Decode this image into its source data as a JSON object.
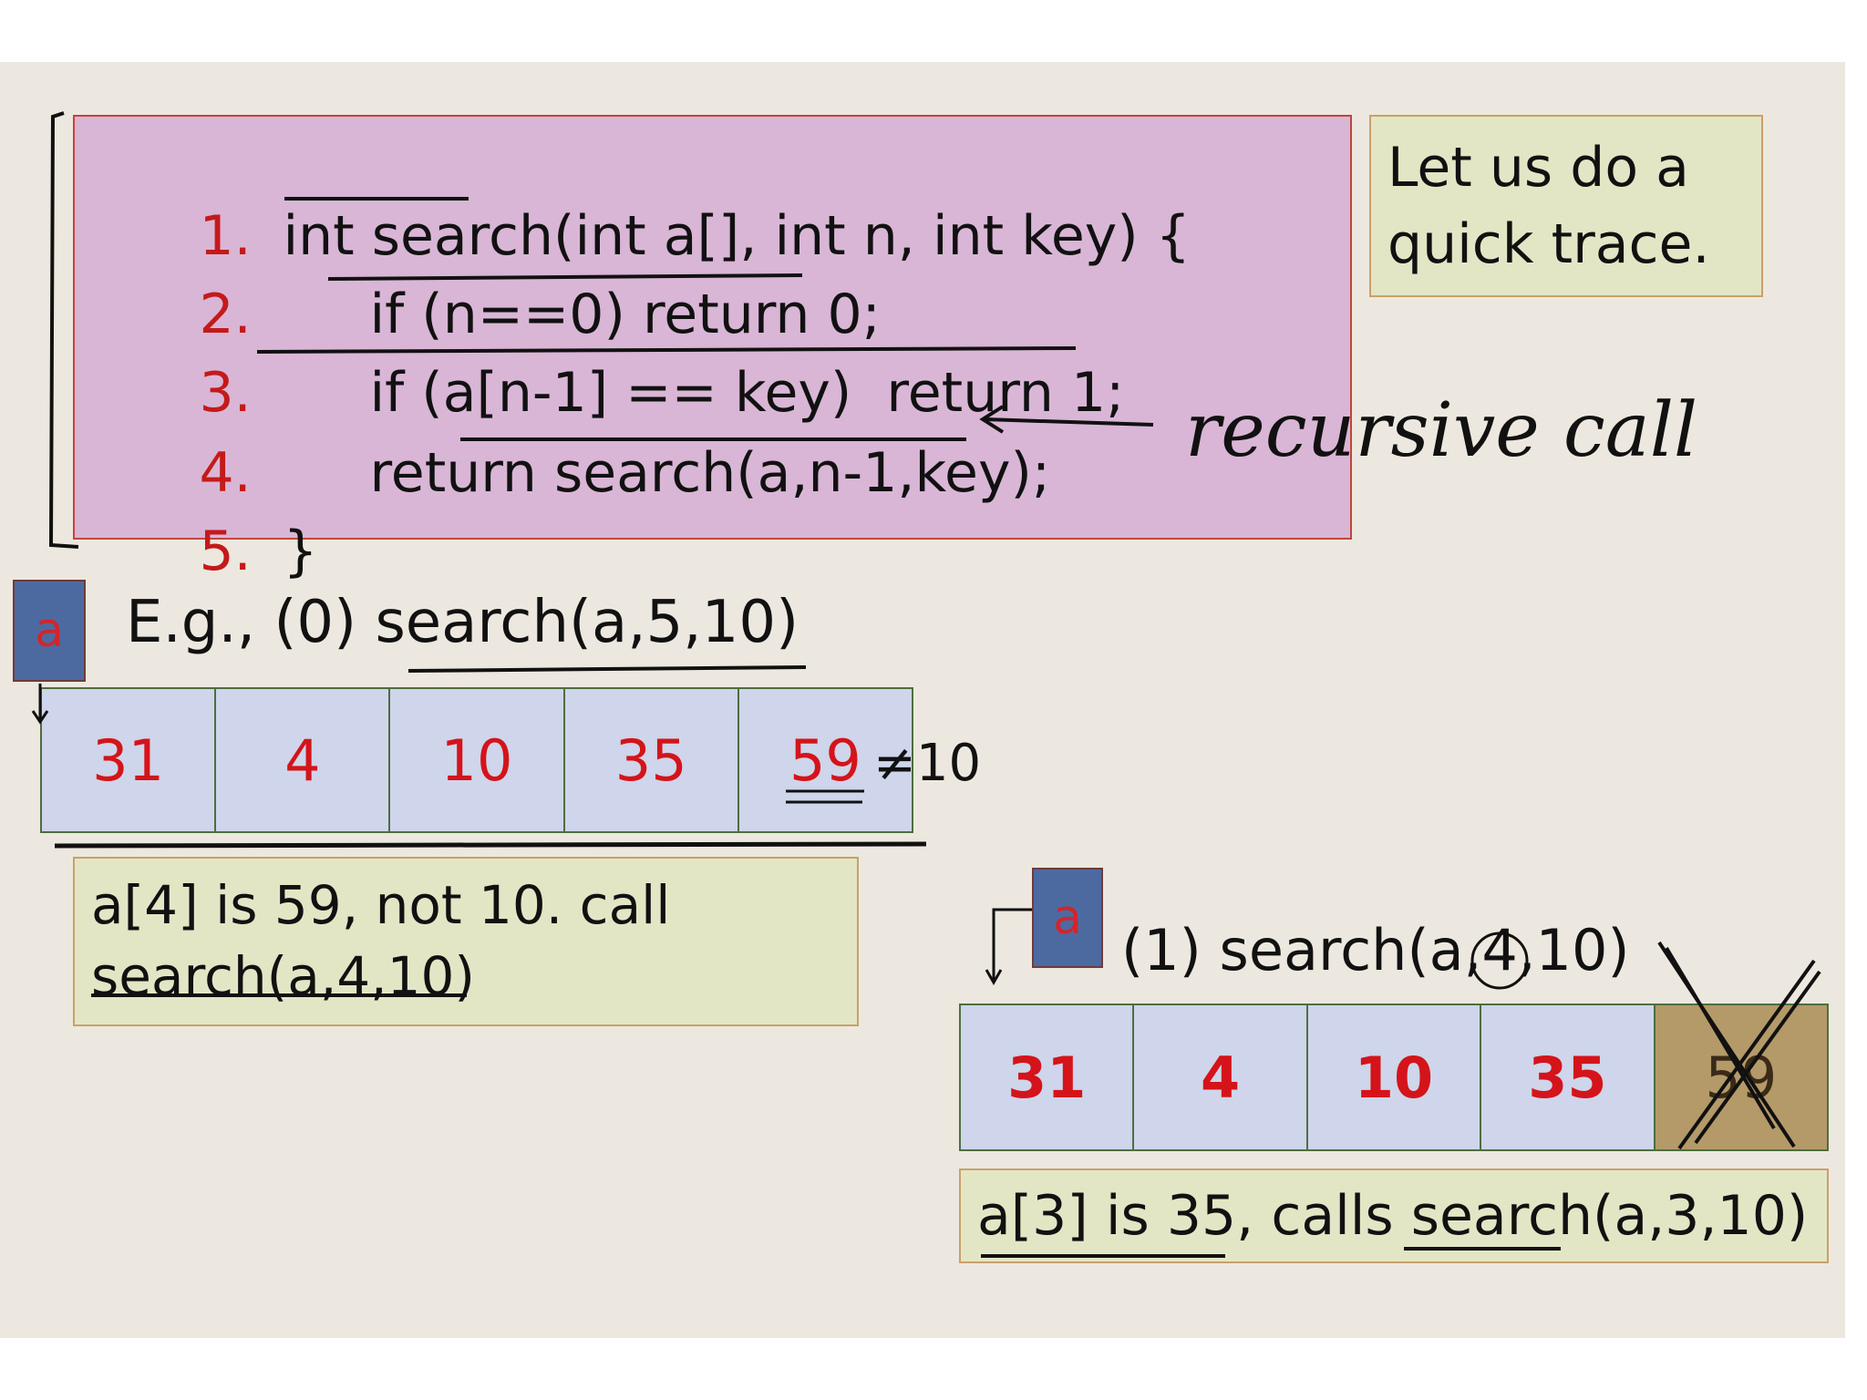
{
  "code": {
    "lines": [
      {
        "num": "1.",
        "text": "int search(int a[], int n, int key) {"
      },
      {
        "num": "2.",
        "text": "if (n==0) return 0;"
      },
      {
        "num": "3.",
        "text": "if (a[n-1] == key)  return 1;"
      },
      {
        "num": "4.",
        "text": "return search(a,n-1,key);"
      },
      {
        "num": "5.",
        "text": "}"
      }
    ]
  },
  "note": {
    "line1": "Let us do a",
    "line2": "quick trace."
  },
  "annotation": {
    "recursive_call": "recursive call",
    "not_equal": "≠10"
  },
  "example": {
    "marker": "a",
    "title": "E.g., (0) search(a,5,10)",
    "cells": [
      "31",
      "4",
      "10",
      "35",
      "59"
    ],
    "explanation_line1": "a[4] is 59, not 10. call",
    "explanation_line2": "search(a,4,10)"
  },
  "call1": {
    "marker": "a",
    "title": "(1) search(a,4,10)",
    "cells": [
      "31",
      "4",
      "10",
      "35",
      "59"
    ],
    "explanation": "a[3] is 35, calls search(a,3,10)"
  },
  "colors": {
    "code_bg": "#d9b6d6",
    "note_bg": "#e3e6c5",
    "cell_bg": "#cfd5ea",
    "value_red": "#d4141a",
    "marker_blue": "#4c6aa0"
  }
}
